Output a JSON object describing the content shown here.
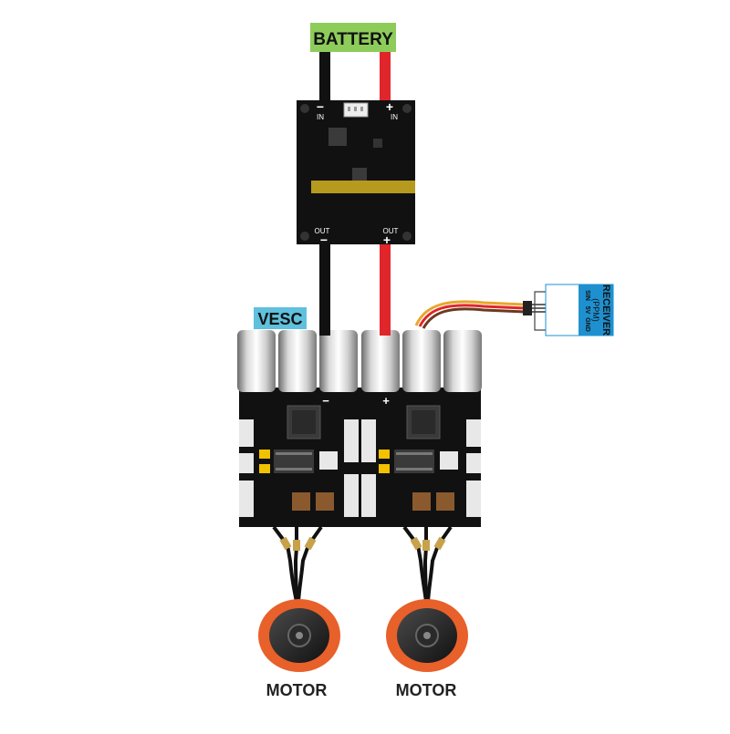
{
  "labels": {
    "battery": "BATTERY",
    "vesc": "VESC",
    "receiver_title": "RECEIVER",
    "receiver_sub": "(PPM)",
    "receiver_pins": [
      "SIN",
      "5V",
      "GND"
    ],
    "motor_left": "MOTOR",
    "motor_right": "MOTOR",
    "bms_in_minus": "IN",
    "bms_in_plus": "IN",
    "bms_out_minus": "OUT",
    "bms_out_plus": "OUT",
    "sign_minus": "−",
    "sign_plus": "+"
  },
  "colors": {
    "battery_tag": "#8dcc5a",
    "vesc_tag": "#5fc1dd",
    "receiver_tag": "#1e90d0",
    "board": "#111111",
    "wire_neg": "#111111",
    "wire_pos": "#e0262a",
    "strip": "#b59a1e",
    "motor_ring": "#e8602a",
    "cap_brown": "#8a5a2e",
    "chip_yellow": "#f2c200"
  }
}
